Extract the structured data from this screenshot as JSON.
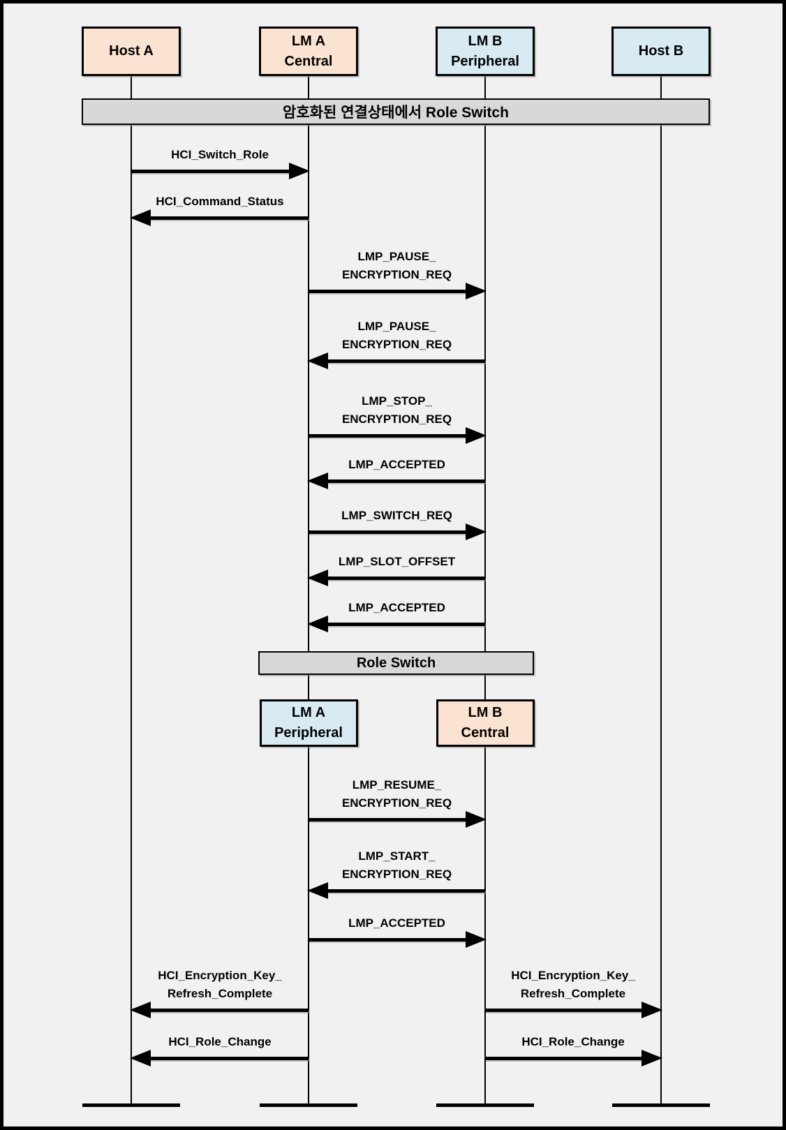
{
  "diagram": {
    "title_banner": "암호화된 연결상태에서 Role Switch",
    "mid_banner": "Role Switch",
    "colors": {
      "peach": "#fbe3d1",
      "blue": "#d8eaf2",
      "banner_gray": "#d8d8d8",
      "background": "#f1f1f1",
      "line": "#000000"
    },
    "actors_top": [
      {
        "id": "hostA",
        "lines": [
          "Host A"
        ],
        "color": "peach"
      },
      {
        "id": "lmA",
        "lines": [
          "LM A",
          "Central"
        ],
        "color": "peach"
      },
      {
        "id": "lmB",
        "lines": [
          "LM B",
          "Peripheral"
        ],
        "color": "blue"
      },
      {
        "id": "hostB",
        "lines": [
          "Host B"
        ],
        "color": "blue"
      }
    ],
    "actors_mid": [
      {
        "id": "lmA",
        "lines": [
          "LM A",
          "Peripheral"
        ],
        "color": "blue"
      },
      {
        "id": "lmB",
        "lines": [
          "LM B",
          "Central"
        ],
        "color": "peach"
      }
    ],
    "messages": [
      {
        "label_lines": [
          "HCI_Switch_Role"
        ],
        "from": "hostA",
        "to": "lmA"
      },
      {
        "label_lines": [
          "HCI_Command_Status"
        ],
        "from": "lmA",
        "to": "hostA"
      },
      {
        "label_lines": [
          "LMP_PAUSE_",
          "ENCRYPTION_REQ"
        ],
        "from": "lmA",
        "to": "lmB"
      },
      {
        "label_lines": [
          "LMP_PAUSE_",
          "ENCRYPTION_REQ"
        ],
        "from": "lmB",
        "to": "lmA"
      },
      {
        "label_lines": [
          "LMP_STOP_",
          "ENCRYPTION_REQ"
        ],
        "from": "lmA",
        "to": "lmB"
      },
      {
        "label_lines": [
          "LMP_ACCEPTED"
        ],
        "from": "lmB",
        "to": "lmA"
      },
      {
        "label_lines": [
          "LMP_SWITCH_REQ"
        ],
        "from": "lmA",
        "to": "lmB"
      },
      {
        "label_lines": [
          "LMP_SLOT_OFFSET"
        ],
        "from": "lmB",
        "to": "lmA"
      },
      {
        "label_lines": [
          "LMP_ACCEPTED"
        ],
        "from": "lmB",
        "to": "lmA"
      },
      {
        "label_lines": [
          "LMP_RESUME_",
          "ENCRYPTION_REQ"
        ],
        "from": "lmA",
        "to": "lmB"
      },
      {
        "label_lines": [
          "LMP_START_",
          "ENCRYPTION_REQ"
        ],
        "from": "lmB",
        "to": "lmA"
      },
      {
        "label_lines": [
          "LMP_ACCEPTED"
        ],
        "from": "lmA",
        "to": "lmB"
      },
      {
        "label_lines": [
          "HCI_Encryption_Key_",
          "Refresh_Complete"
        ],
        "from": "lmA",
        "to": "hostA"
      },
      {
        "label_lines": [
          "HCI_Encryption_Key_",
          "Refresh_Complete"
        ],
        "from": "lmB",
        "to": "hostB"
      },
      {
        "label_lines": [
          "HCI_Role_Change"
        ],
        "from": "lmA",
        "to": "hostA"
      },
      {
        "label_lines": [
          "HCI_Role_Change"
        ],
        "from": "lmB",
        "to": "hostB"
      }
    ]
  }
}
